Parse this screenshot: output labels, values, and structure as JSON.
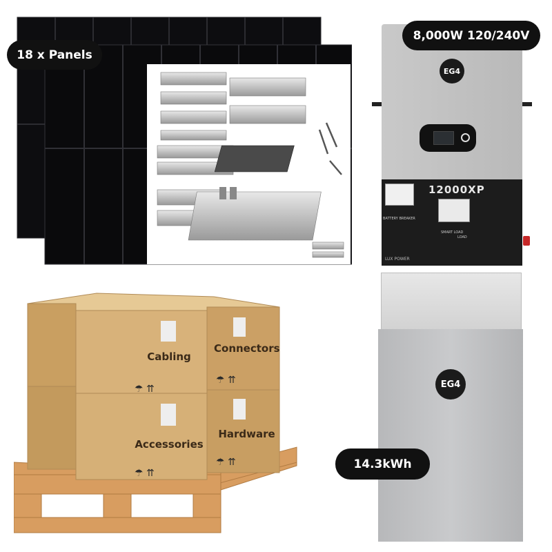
{
  "badges": {
    "panels": "18 x Panels",
    "inverter_spec": "8,000W 120/240V",
    "battery_capacity": "14.3kWh"
  },
  "inverter": {
    "brand": "EG4",
    "model": "12000XP",
    "breaker_label": "BATTERY BREAKER",
    "smart_load_label": "SMART LOAD",
    "load_label": "LOAD",
    "maker": "LUX POWER"
  },
  "battery": {
    "brand": "EG4"
  },
  "boxes": {
    "back_left": "Cabling",
    "back_right": "Connectors",
    "front_left": "Accessories",
    "front_right": "Hardware"
  },
  "colors": {
    "badge_bg": "#111111",
    "cardboard": "#d9b47c",
    "pallet": "#d69b5e",
    "inverter_silver": "#c8c8c8",
    "inverter_black": "#1c1c1c"
  }
}
